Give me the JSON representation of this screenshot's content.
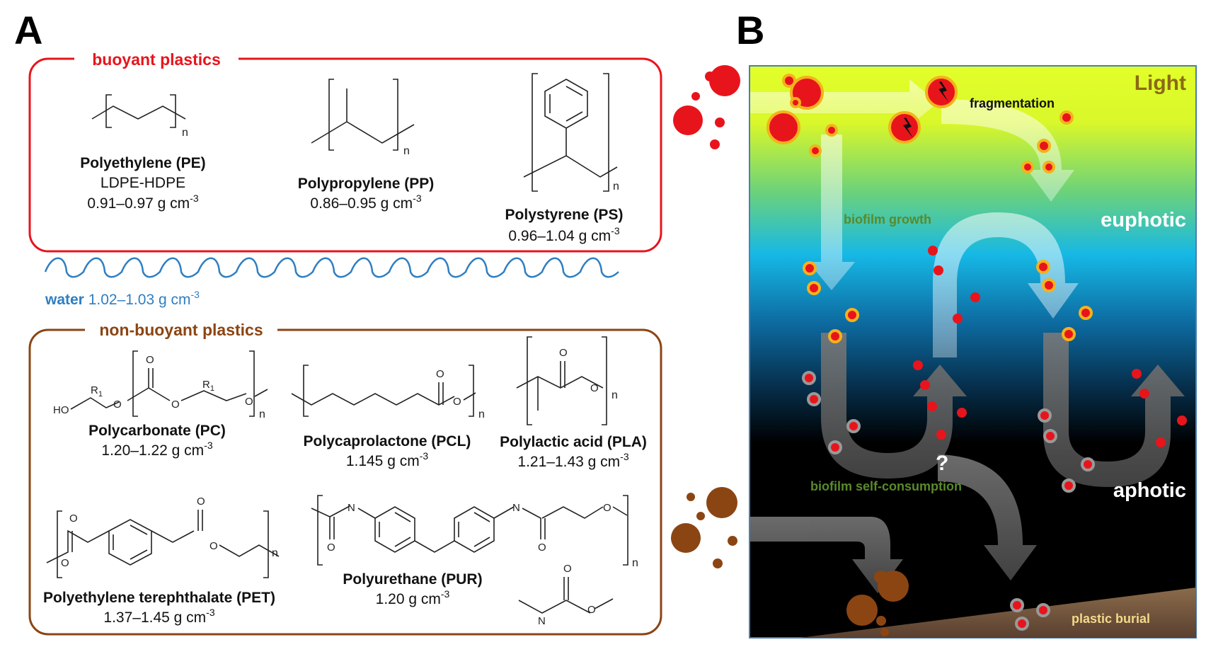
{
  "panels": {
    "a": "A",
    "b": "B"
  },
  "buoyant": {
    "title": "buoyant plastics",
    "color": "#e8141c",
    "items": [
      {
        "name": "Polyethylene (PE)",
        "sub": "LDPE-HDPE",
        "density": "0.91–0.97 g cm",
        "exp": "-3"
      },
      {
        "name": "Polypropylene (PP)",
        "density": "0.86–0.95 g cm",
        "exp": "-3"
      },
      {
        "name": "Polystyrene (PS)",
        "density": "0.96–1.04 g cm",
        "exp": "-3"
      }
    ]
  },
  "water": {
    "label": "water",
    "density": "1.02–1.03 g cm",
    "exp": "-3",
    "color": "#2f7ec1"
  },
  "nonbuoyant": {
    "title": "non-buoyant plastics",
    "color": "#8b4513",
    "items": [
      {
        "name": "Polycarbonate (PC)",
        "density": "1.20–1.22 g cm",
        "exp": "-3"
      },
      {
        "name": "Polycaprolactone (PCL)",
        "density": "1.145 g cm",
        "exp": "-3"
      },
      {
        "name": "Polylactic acid (PLA)",
        "density": "1.21–1.43 g cm",
        "exp": "-3"
      },
      {
        "name": "Polyethylene terephthalate (PET)",
        "density": "1.37–1.45 g cm",
        "exp": "-3"
      },
      {
        "name": "Polyurethane (PUR)",
        "density": "1.20 g cm",
        "exp": "-3"
      }
    ]
  },
  "atoms": {
    "n": "n",
    "o": "O",
    "ho": "HO",
    "r1": "R",
    "r1sub": "1",
    "nh": "N"
  },
  "ocean": {
    "light": "Light",
    "fragmentation": "fragmentation",
    "biofilm_growth": "biofilm growth",
    "euphotic": "euphotic",
    "aphotic": "aphotic",
    "question": "?",
    "self_consumption": "biofilm self-consumption",
    "burial": "plastic burial",
    "colors": {
      "light_text": "#8b6a14",
      "green_text": "#5a8a2a",
      "particle_red": "#e8141c",
      "particle_brown": "#8b4513",
      "rim_yellow": "#f5b21c",
      "rim_grey": "#999999",
      "zone_white": "#ffffff"
    }
  }
}
